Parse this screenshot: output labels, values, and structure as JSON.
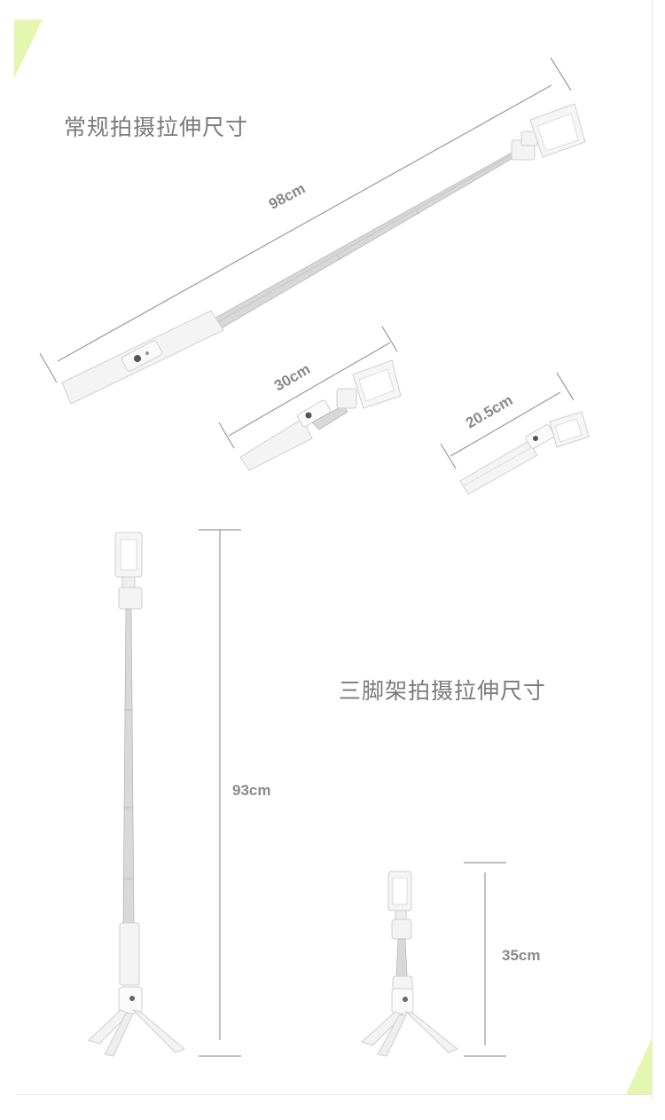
{
  "sections": {
    "normal": {
      "title": "常规拍摄拉伸尺寸"
    },
    "tripod": {
      "title": "三脚架拍摄拉伸尺寸"
    }
  },
  "measurements": {
    "extended": "98cm",
    "medium": "30cm",
    "folded": "20.5cm",
    "tripod_tall": "93cm",
    "tripod_short": "35cm"
  },
  "colors": {
    "accent_green": "#e4f7b0",
    "dimension_line": "#9a9a9a",
    "product_white": "#f5f5f5",
    "product_silver": "#d6d6d6"
  }
}
